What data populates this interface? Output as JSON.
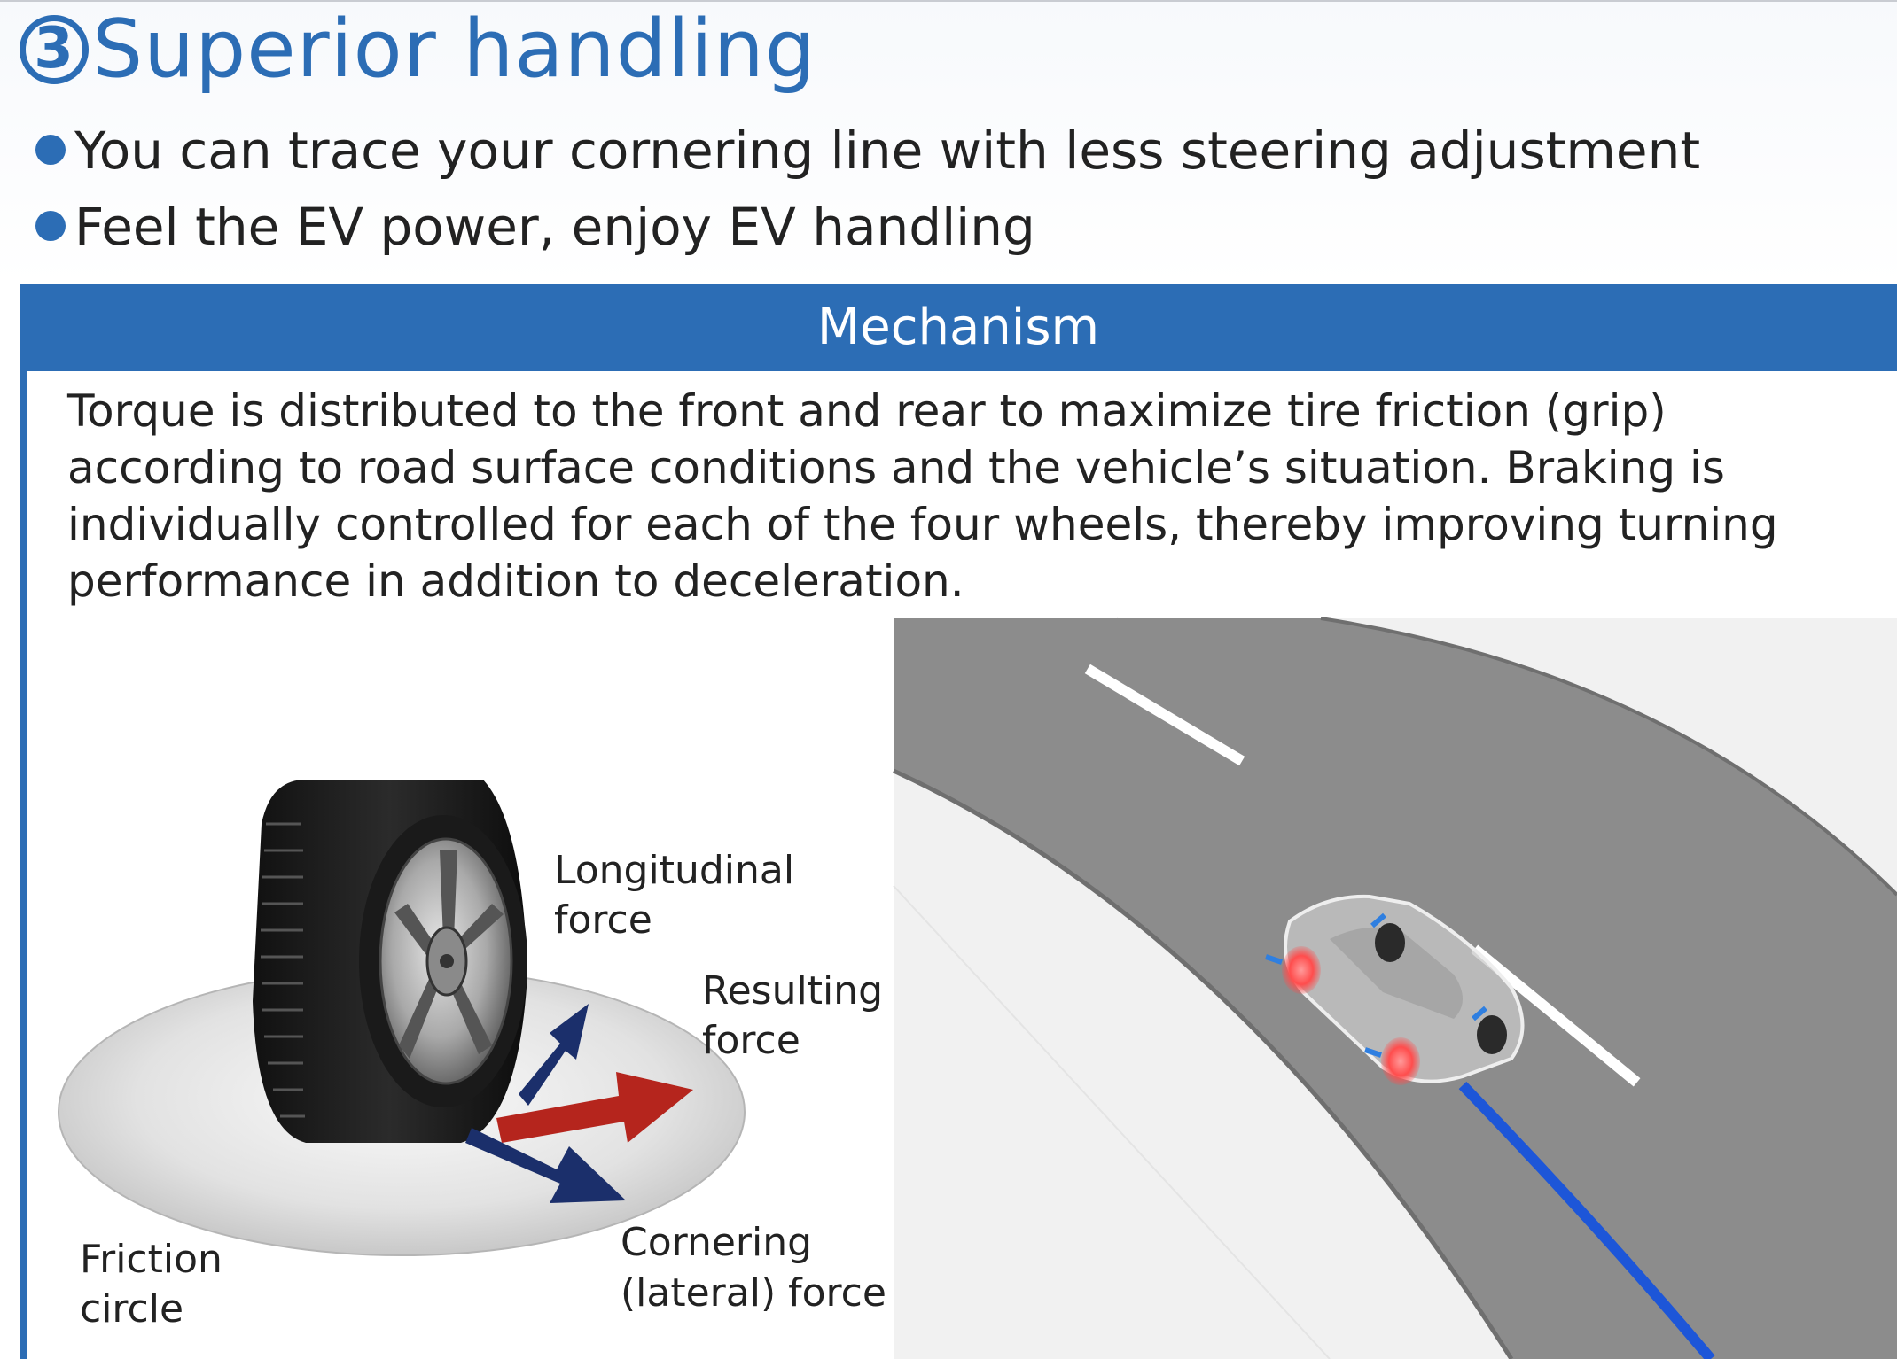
{
  "header": {
    "number": "3",
    "title": "Superior handling"
  },
  "bullets": [
    "You can trace your cornering line with less steering adjustment",
    "Feel the EV power, enjoy EV handling"
  ],
  "mechanism": {
    "heading": "Mechanism",
    "lines": [
      "Torque is distributed to the front and rear to maximize tire friction (grip)",
      "according to road surface conditions and the vehicle’s situation. Braking is",
      "individually controlled for each of the four wheels, thereby improving turning",
      "performance in addition to deceleration."
    ]
  },
  "tire_diagram": {
    "longitudinal": [
      "Longitudinal",
      "force"
    ],
    "resulting": [
      "Resulting",
      "force"
    ],
    "cornering": [
      "Cornering",
      "(lateral) force"
    ],
    "friction": [
      "Friction",
      "circle"
    ]
  },
  "colors": {
    "accent": "#2c6db5",
    "force_arrow": "#1b2f6b",
    "resulting_arrow": "#b5251d",
    "road": "#8c8c8c",
    "trajectory": "#1d56d8"
  }
}
